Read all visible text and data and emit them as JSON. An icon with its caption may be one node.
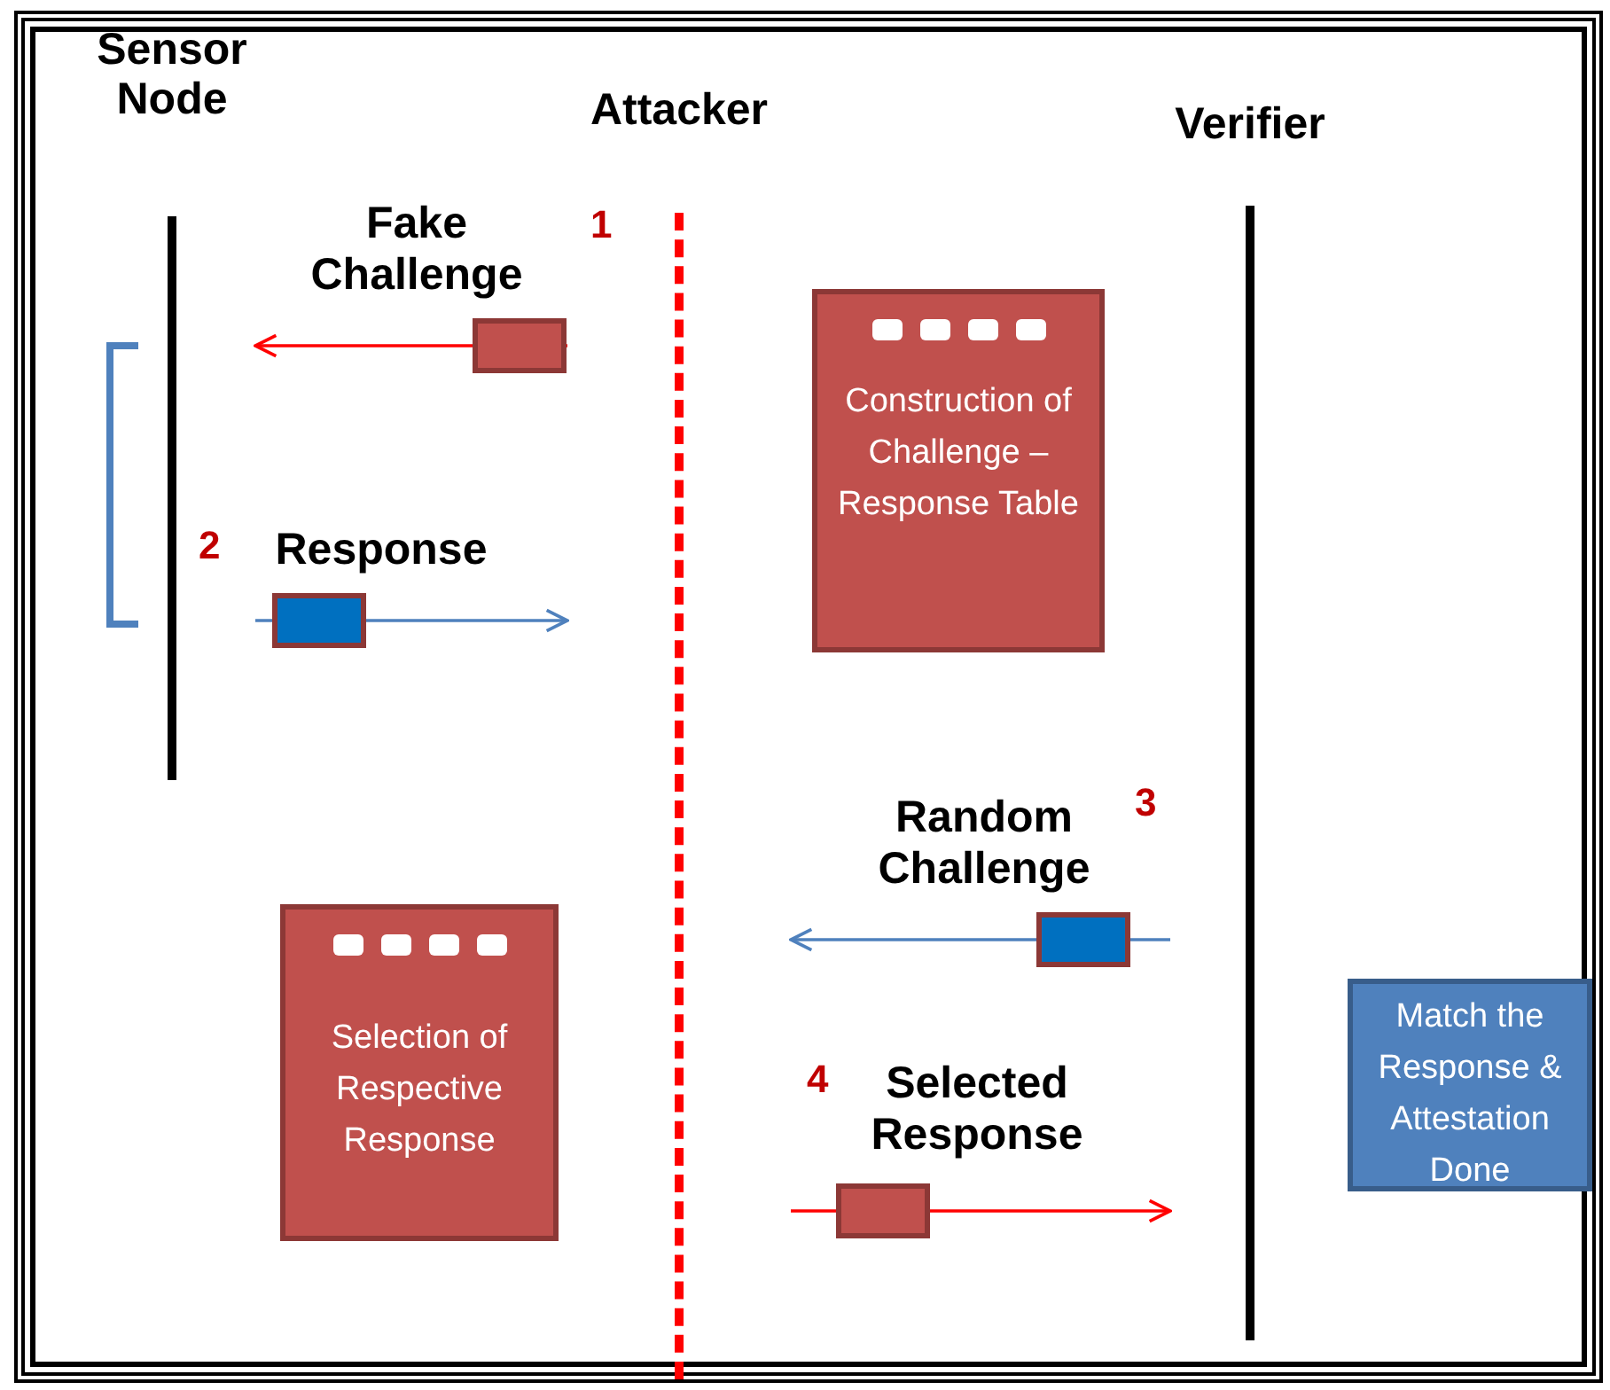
{
  "diagram": {
    "nodes": [
      {
        "text": [
          "Sensor Node"
        ]
      },
      {
        "text": [
          "Attacker"
        ]
      },
      {
        "text": [
          "Verifier"
        ]
      },
      {
        "text": [
          "Construction of Challenge – Response Table"
        ]
      },
      {
        "text": [
          "Selection of Respective Response"
        ]
      },
      {
        "text": [
          "Match the Response & Attestation Done"
        ]
      }
    ],
    "edges": [
      {
        "from": 1,
        "to": 0,
        "arrow": "to",
        "label": "Fake Challenge",
        "color": "#ff0000"
      },
      {
        "from": 0,
        "to": 1,
        "arrow": "to",
        "label": "Response",
        "color": "#4f81bd"
      },
      {
        "from": 2,
        "to": 1,
        "arrow": "to",
        "label": "Random Challenge",
        "color": "#4f81bd"
      },
      {
        "from": 1,
        "to": 2,
        "arrow": "to",
        "label": "Selected Response",
        "color": "#ff0000"
      }
    ],
    "labels": [
      "1",
      "2",
      "3",
      "4"
    ]
  }
}
